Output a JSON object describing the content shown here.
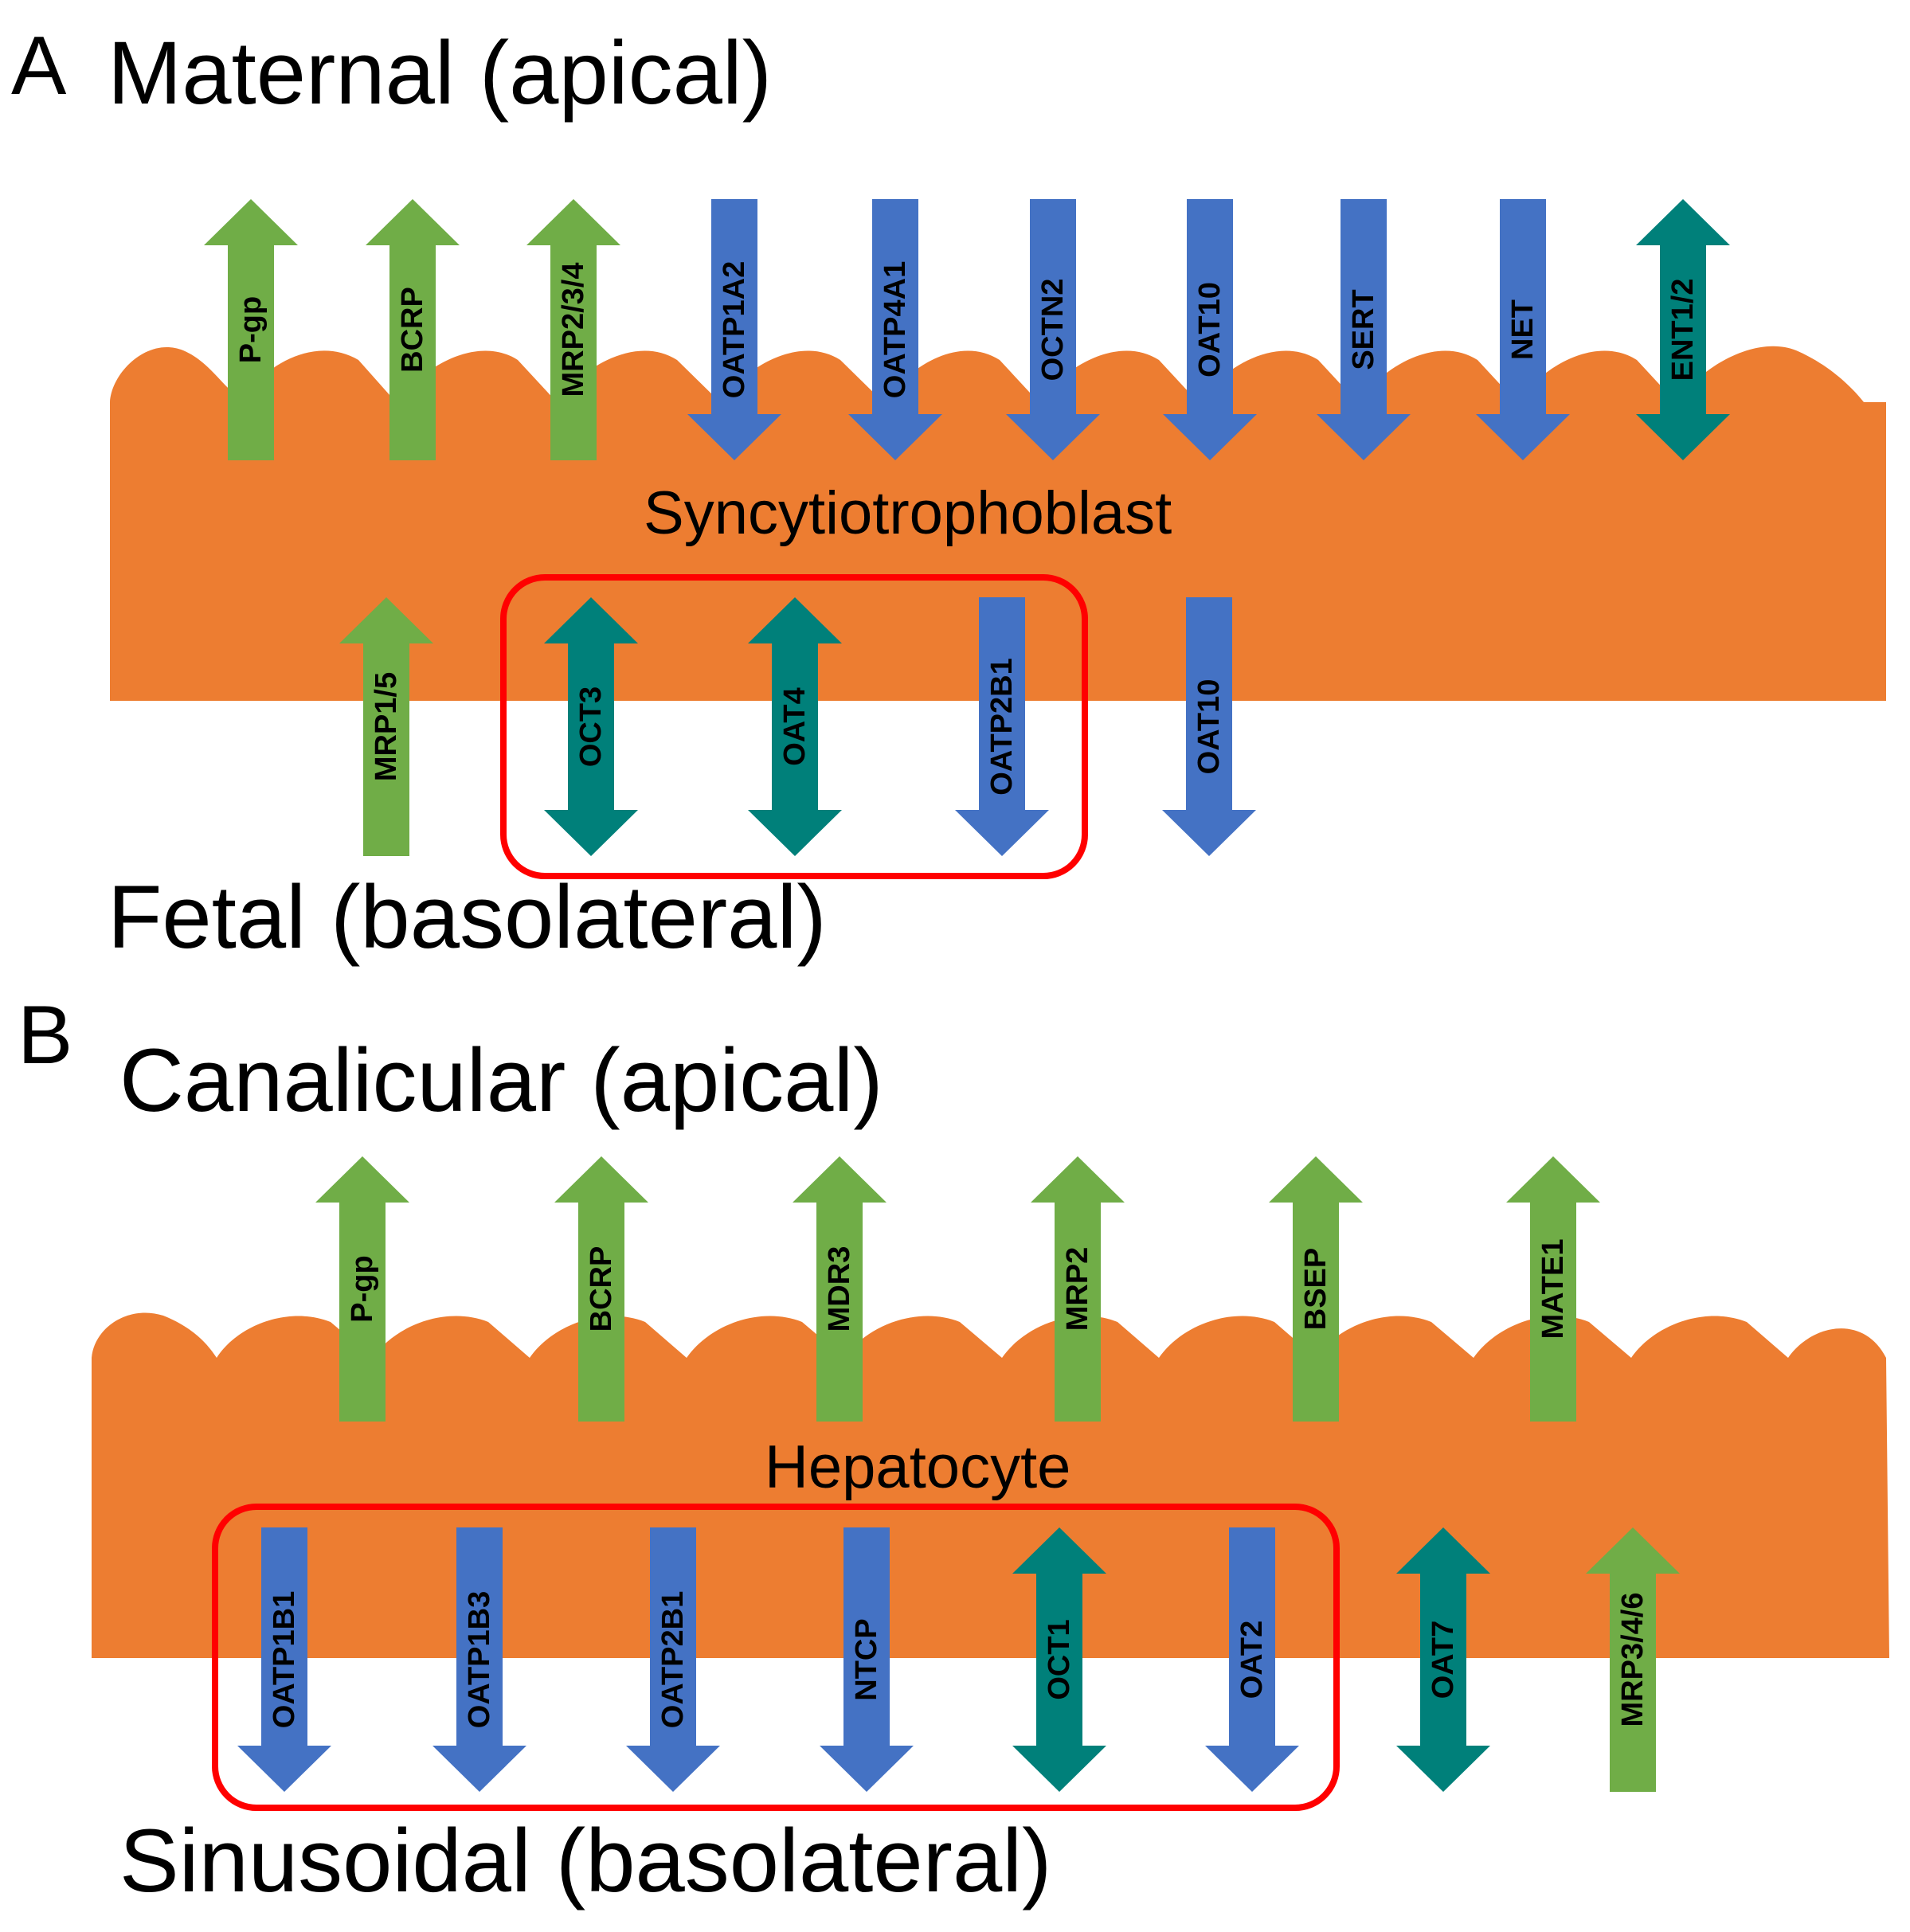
{
  "colors": {
    "cell": "#ED7D31",
    "efflux": "#70AD47",
    "uptake": "#4472C4",
    "bidirectional": "#00807A",
    "highlight_box": "#FF0000"
  },
  "panels": [
    {
      "letter": "A",
      "apical_label": "Maternal (apical)",
      "basolateral_label": "Fetal (basolateral)",
      "cell_label": "Syncytiotrophoblast",
      "apical_transporters": [
        {
          "label": "P-gp",
          "direction": "out",
          "type": "efflux"
        },
        {
          "label": "BCRP",
          "direction": "out",
          "type": "efflux"
        },
        {
          "label": "MRP2/3/4",
          "direction": "out",
          "type": "efflux"
        },
        {
          "label": "OATP1A2",
          "direction": "in",
          "type": "uptake"
        },
        {
          "label": "OATP4A1",
          "direction": "in",
          "type": "uptake"
        },
        {
          "label": "OCTN2",
          "direction": "in",
          "type": "uptake"
        },
        {
          "label": "OAT10",
          "direction": "in",
          "type": "uptake"
        },
        {
          "label": "SERT",
          "direction": "in",
          "type": "uptake"
        },
        {
          "label": "NET",
          "direction": "in",
          "type": "uptake"
        },
        {
          "label": "ENT1/2",
          "direction": "both",
          "type": "bidirectional"
        }
      ],
      "basolateral_transporters": [
        {
          "label": "MRP1/5",
          "direction": "out",
          "type": "efflux",
          "highlighted": false
        },
        {
          "label": "OCT3",
          "direction": "both",
          "type": "bidirectional",
          "highlighted": true
        },
        {
          "label": "OAT4",
          "direction": "both",
          "type": "bidirectional",
          "highlighted": true
        },
        {
          "label": "OATP2B1",
          "direction": "in",
          "type": "uptake",
          "highlighted": true
        },
        {
          "label": "OAT10",
          "direction": "in",
          "type": "uptake",
          "highlighted": false
        }
      ]
    },
    {
      "letter": "B",
      "apical_label": "Canalicular (apical)",
      "basolateral_label": "Sinusoidal (basolateral)",
      "cell_label": "Hepatocyte",
      "apical_transporters": [
        {
          "label": "P-gp",
          "direction": "out",
          "type": "efflux"
        },
        {
          "label": "BCRP",
          "direction": "out",
          "type": "efflux"
        },
        {
          "label": "MDR3",
          "direction": "out",
          "type": "efflux"
        },
        {
          "label": "MRP2",
          "direction": "out",
          "type": "efflux"
        },
        {
          "label": "BSEP",
          "direction": "out",
          "type": "efflux"
        },
        {
          "label": "MATE1",
          "direction": "out",
          "type": "efflux"
        }
      ],
      "basolateral_transporters": [
        {
          "label": "OATP1B1",
          "direction": "in",
          "type": "uptake",
          "highlighted": true
        },
        {
          "label": "OATP1B3",
          "direction": "in",
          "type": "uptake",
          "highlighted": true
        },
        {
          "label": "OATP2B1",
          "direction": "in",
          "type": "uptake",
          "highlighted": true
        },
        {
          "label": "NTCP",
          "direction": "in",
          "type": "uptake",
          "highlighted": true
        },
        {
          "label": "OCT1",
          "direction": "both",
          "type": "bidirectional",
          "highlighted": true
        },
        {
          "label": "OAT2",
          "direction": "in",
          "type": "uptake",
          "highlighted": true
        },
        {
          "label": "OAT7",
          "direction": "both",
          "type": "bidirectional",
          "highlighted": false
        },
        {
          "label": "MRP3/4/6",
          "direction": "out",
          "type": "efflux",
          "highlighted": false
        }
      ]
    }
  ]
}
